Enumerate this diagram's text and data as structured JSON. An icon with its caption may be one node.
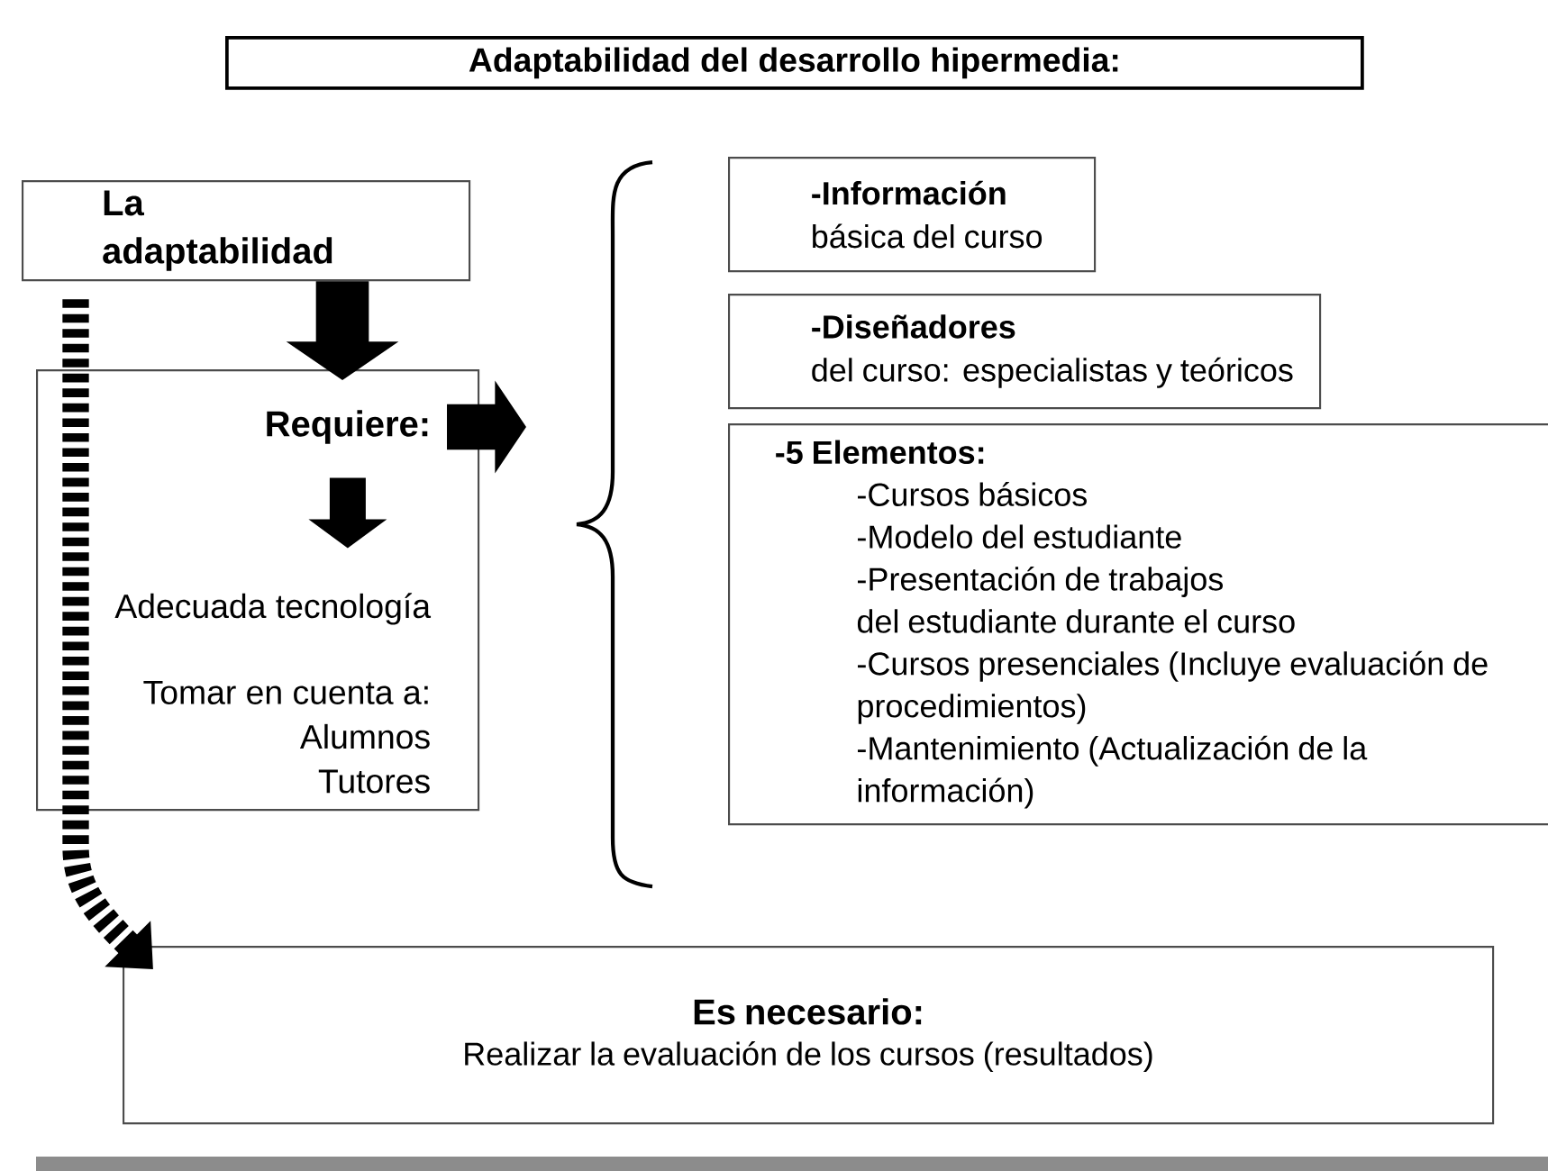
{
  "diagram": {
    "nodes": [
      {
        "text": [
          "Adaptabilidad del desarrollo hipermedia:"
        ]
      },
      {
        "text": [
          "La adaptabilidad"
        ]
      },
      {
        "text": [],
        "shape": "box"
      },
      {
        "text": [
          "Requiere:"
        ],
        "in": 2
      },
      {
        "text": [
          "Adecuada tecnología"
        ],
        "in": 2
      },
      {
        "text": [
          "Tomar en cuenta a:",
          "Alumnos",
          "Tutores"
        ],
        "in": 2
      },
      {
        "text": [
          "-Información",
          "básica del curso"
        ]
      },
      {
        "text": [
          "-Diseñadores",
          "del curso: especialistas y teóricos"
        ]
      },
      {
        "text": [
          "-5 Elementos:",
          "-Cursos básicos",
          "-Modelo del estudiante",
          "-Presentación de trabajos del estudiante durante el curso",
          "-Cursos presenciales (Incluye evaluación de procedimientos)",
          "-Mantenimiento (Actualización de la información)"
        ]
      },
      {
        "text": [
          "Es necesario:",
          "Realizar la evaluación de los cursos (resultados)"
        ]
      }
    ],
    "edges": [
      {
        "from": 1,
        "to": 2,
        "arrow": "to"
      },
      {
        "from": 3,
        "to": 4,
        "arrow": "to"
      },
      {
        "from": 3,
        "to": null,
        "arrow": "to"
      },
      {
        "from": 1,
        "to": 9,
        "arrow": "to",
        "style": "dashed"
      }
    ]
  }
}
